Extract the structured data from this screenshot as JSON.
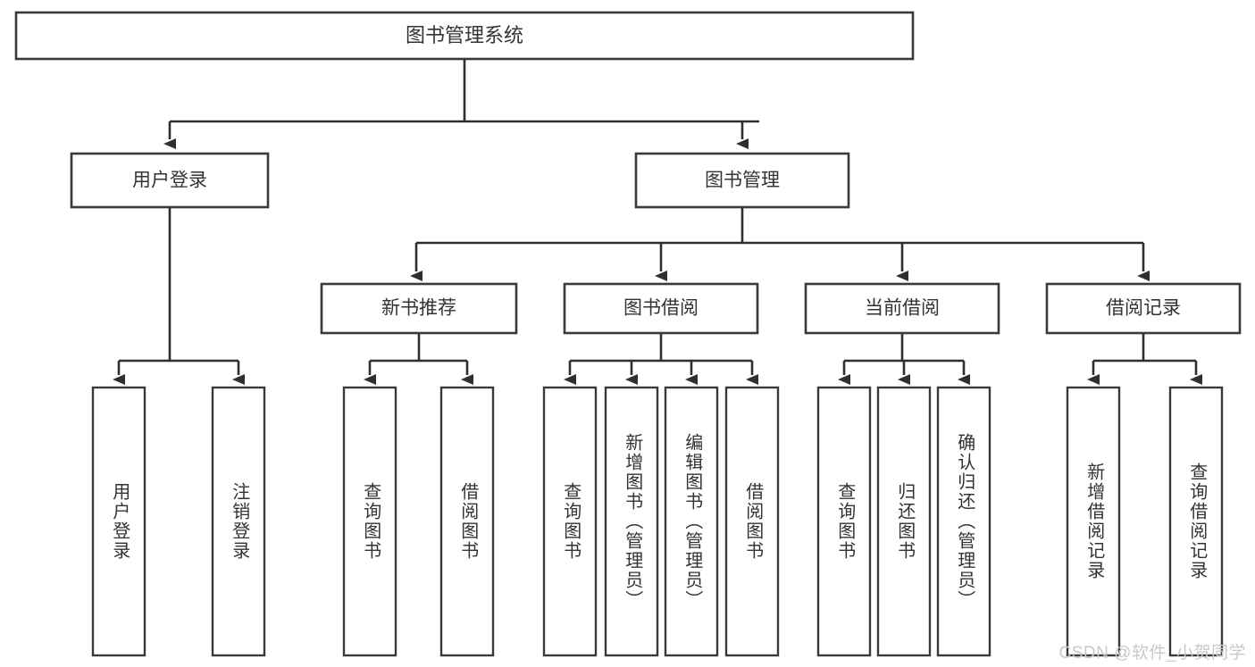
{
  "diagram": {
    "type": "tree-hierarchy-chart",
    "title_text": "图书管理系统",
    "watermark": "CSDN @软件_小贺同学",
    "colors": {
      "background": "#ffffff",
      "box_fill": "#ffffff",
      "box_stroke": "#3a3a3a",
      "connector": "#2f2f2f",
      "text": "#333333",
      "watermark": "#c9c9c9"
    },
    "nodes": {
      "root": {
        "label": "图书管理系统"
      },
      "level2": [
        {
          "label": "用户登录"
        },
        {
          "label": "图书管理"
        }
      ],
      "level3": [
        {
          "label": "新书推荐"
        },
        {
          "label": "图书借阅"
        },
        {
          "label": "当前借阅"
        },
        {
          "label": "借阅记录"
        }
      ],
      "leaves_user_login": [
        {
          "label": "用户登录"
        },
        {
          "label": "注销登录"
        }
      ],
      "leaves_new_book": [
        {
          "label": "查询图书"
        },
        {
          "label": "借阅图书"
        }
      ],
      "leaves_borrow": [
        {
          "label": "查询图书"
        },
        {
          "label": "新增图书（管理员）"
        },
        {
          "label": "编辑图书（管理员）"
        },
        {
          "label": "借阅图书"
        }
      ],
      "leaves_current": [
        {
          "label": "查询图书"
        },
        {
          "label": "归还图书"
        },
        {
          "label": "确认归还（管理员）"
        }
      ],
      "leaves_record": [
        {
          "label": "新增借阅记录"
        },
        {
          "label": "查询借阅记录"
        }
      ]
    }
  }
}
